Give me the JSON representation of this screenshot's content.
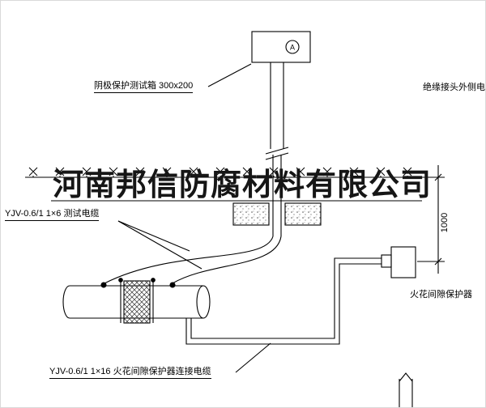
{
  "watermark": {
    "text": "河南邦信防腐材料有限公司"
  },
  "annotations": {
    "test_box_label": "阴极保护测试箱 300x200",
    "insulating_joint_cable_label": "绝缘接头外侧电缆",
    "test_cable_label": "YJV-0.6/1 1×6 测试电缆",
    "spark_gap_label": "火花间隙保护器",
    "spark_gap_cable_label": "YJV-0.6/1 1×16 火花间隙保护器连接电缆"
  },
  "dimensions": {
    "burial_depth": "1000"
  },
  "symbols": {
    "meter": "A"
  },
  "colors": {
    "line": "#000000",
    "background": "#ffffff"
  }
}
